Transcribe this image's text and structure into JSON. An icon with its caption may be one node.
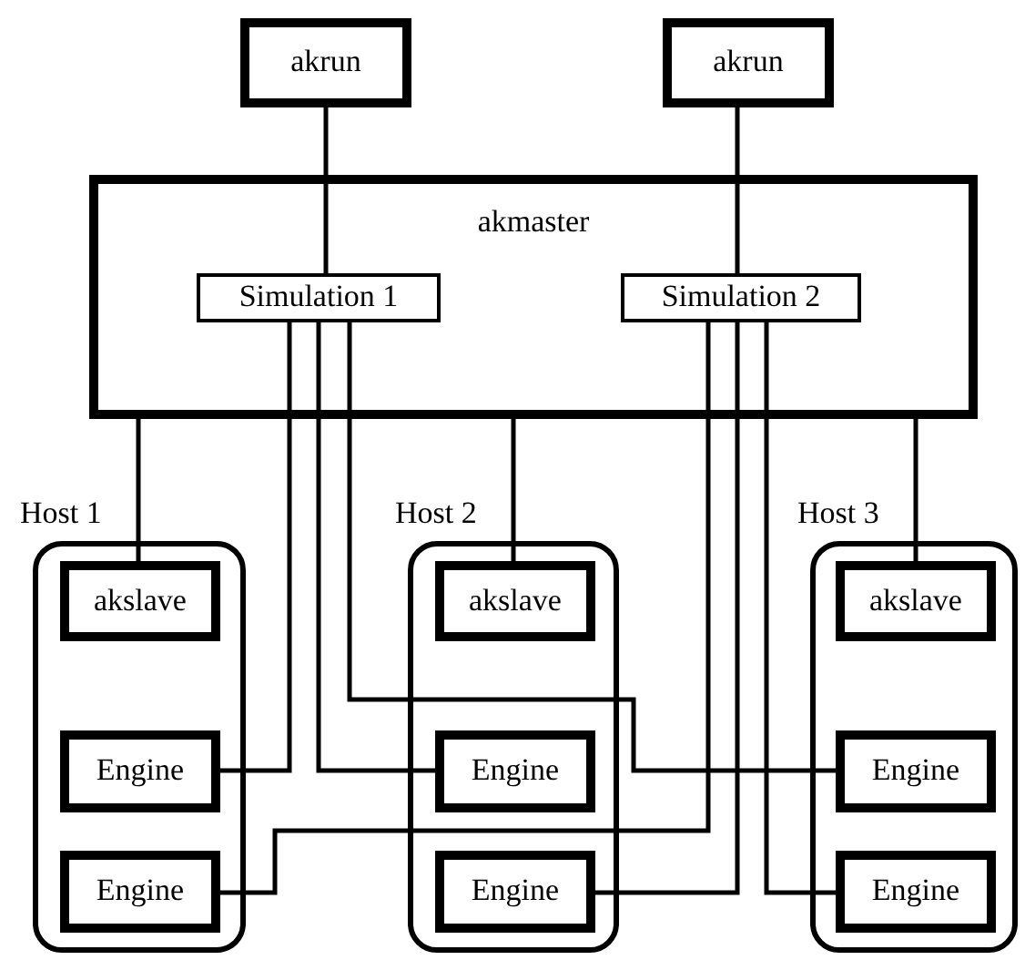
{
  "diagram": {
    "nodes": [
      {
        "text": [
          "akrun"
        ]
      },
      {
        "text": [
          "akrun"
        ]
      },
      {
        "text": [
          "akmaster"
        ]
      },
      {
        "text": [
          "Simulation 1"
        ],
        "in": 2
      },
      {
        "text": [
          "Simulation 2"
        ],
        "in": 2
      },
      {
        "text": [
          "Host 1"
        ]
      },
      {
        "text": [
          "akslave"
        ],
        "in": 5
      },
      {
        "text": [
          "Engine"
        ],
        "in": 5
      },
      {
        "text": [
          "Engine"
        ],
        "in": 5
      },
      {
        "text": [
          "Host 2"
        ]
      },
      {
        "text": [
          "akslave"
        ],
        "in": 9
      },
      {
        "text": [
          "Engine"
        ],
        "in": 9
      },
      {
        "text": [
          "Engine"
        ],
        "in": 9
      },
      {
        "text": [
          "Host 3"
        ]
      },
      {
        "text": [
          "akslave"
        ],
        "in": 13
      },
      {
        "text": [
          "Engine"
        ],
        "in": 13
      },
      {
        "text": [
          "Engine"
        ],
        "in": 13
      }
    ],
    "edges": [
      {
        "from": 0,
        "to": 3,
        "arrow": "none"
      },
      {
        "from": 1,
        "to": 4,
        "arrow": "none"
      },
      {
        "from": 2,
        "to": 6,
        "arrow": "none"
      },
      {
        "from": 2,
        "to": 10,
        "arrow": "none"
      },
      {
        "from": 2,
        "to": 14,
        "arrow": "none"
      },
      {
        "from": 3,
        "to": 7,
        "arrow": "none"
      },
      {
        "from": 3,
        "to": 11,
        "arrow": "none"
      },
      {
        "from": 3,
        "to": 15,
        "arrow": "none"
      },
      {
        "from": 4,
        "to": 8,
        "arrow": "none"
      },
      {
        "from": 4,
        "to": 12,
        "arrow": "none"
      },
      {
        "from": 4,
        "to": 16,
        "arrow": "none"
      }
    ]
  }
}
